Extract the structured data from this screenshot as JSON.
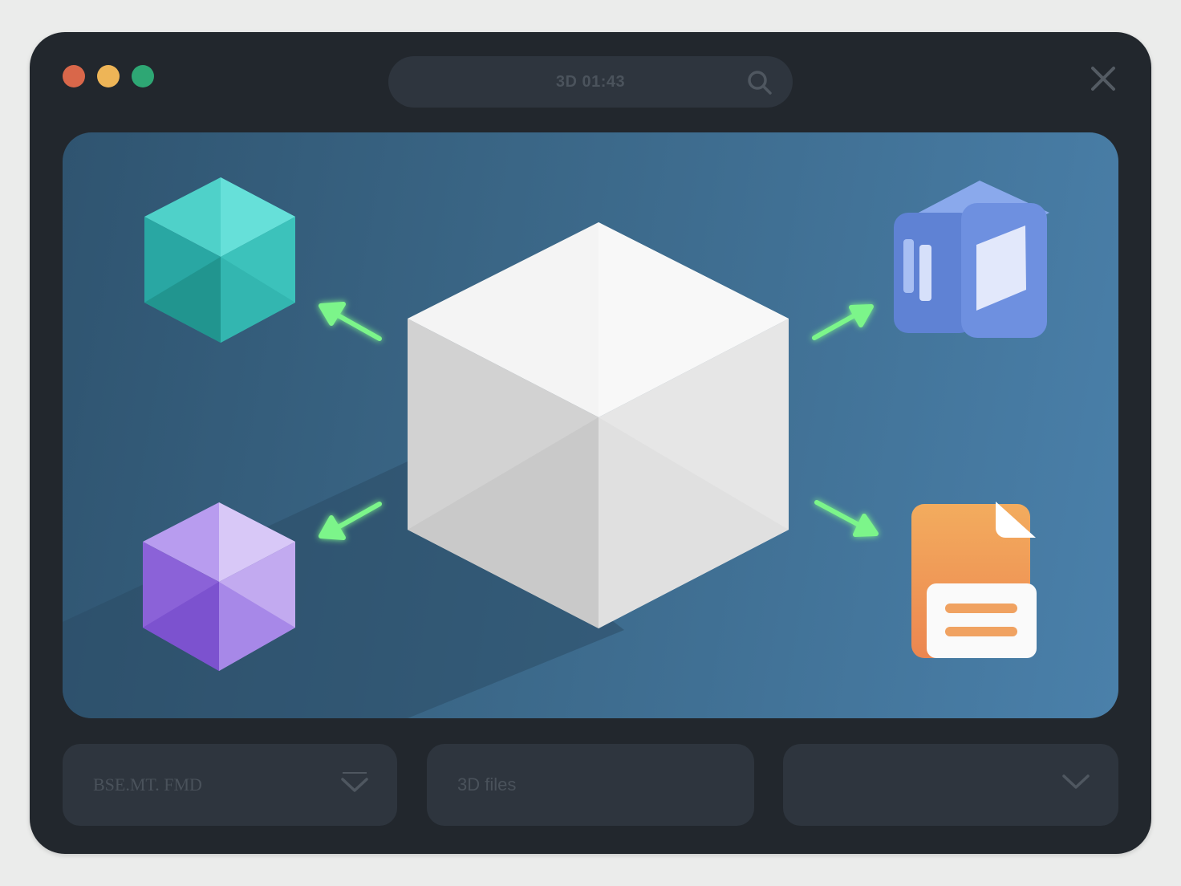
{
  "window": {
    "traffic_lights": [
      {
        "name": "close",
        "color": "#d9674a"
      },
      {
        "name": "minimize",
        "color": "#eeb557"
      },
      {
        "name": "maximize",
        "color": "#2ea774"
      }
    ],
    "search": {
      "text": "3D 01:43",
      "icon": "search-icon"
    },
    "close_icon": "close-icon",
    "frame_color": "#22272d"
  },
  "canvas": {
    "background_start": "#2f5470",
    "background_end": "#4a80aa",
    "center_object": {
      "name": "white-cube",
      "color": "#f2f2f2"
    },
    "nodes": [
      {
        "position": "top-left",
        "name": "teal-cube",
        "color": "#3cc7c0"
      },
      {
        "position": "bottom-left",
        "name": "purple-cube",
        "color": "#a98ae6"
      },
      {
        "position": "top-right",
        "name": "blue-box",
        "color": "#6a8ddc"
      },
      {
        "position": "bottom-right",
        "name": "orange-document",
        "color": "#f0a059"
      }
    ],
    "arrow_color": "#6ef07a"
  },
  "bottom_bar": {
    "fields": [
      {
        "label": "BSE.MT. FMD",
        "icon": "chevron-down-icon"
      },
      {
        "label": "3D files"
      },
      {
        "label": "",
        "icon": "chevron-down-icon"
      }
    ]
  }
}
